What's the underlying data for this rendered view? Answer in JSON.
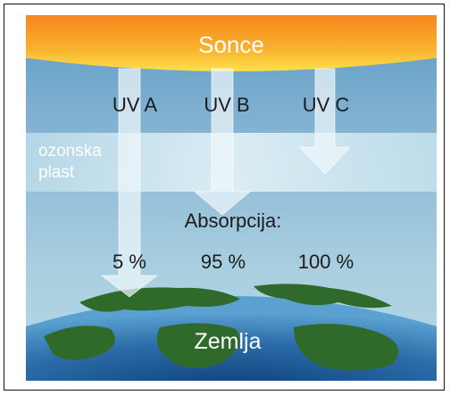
{
  "sun": {
    "label": "Sonce"
  },
  "rays": [
    {
      "label": "UV A",
      "absorption": "5 %"
    },
    {
      "label": "UV B",
      "absorption": "95 %"
    },
    {
      "label": "UV C",
      "absorption": "100 %"
    }
  ],
  "ozone": {
    "label_line1": "ozonska",
    "label_line2": "plast"
  },
  "absorption_title": "Absorpcija:",
  "earth": {
    "label": "Zemlja"
  },
  "colors": {
    "sun_top": "#f58a1f",
    "sun_bottom": "#fcd23a",
    "sky": "#8fbad6",
    "ozone_band": "#cfe8f1",
    "ocean": "#3f7fb8",
    "land": "#2f6a2a",
    "arrow": "#e9f3f8"
  }
}
